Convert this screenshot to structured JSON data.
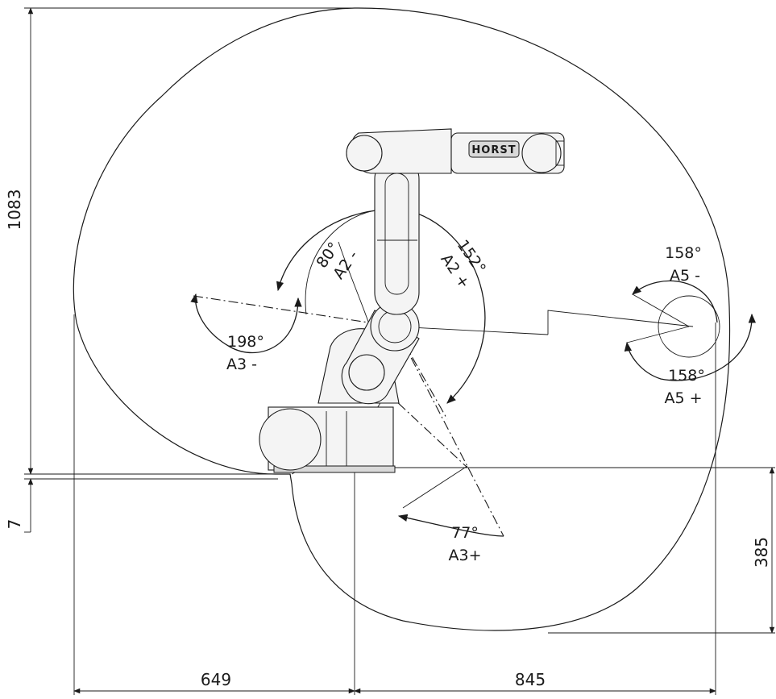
{
  "dimensions": {
    "height_upper": "1083",
    "height_offset": "7",
    "height_lower": "385",
    "width_left": "649",
    "width_right": "845"
  },
  "joints": {
    "a2_minus": {
      "angle": "80°",
      "label": "A2 -"
    },
    "a2_plus": {
      "angle": "152°",
      "label": "A2 +"
    },
    "a3_minus": {
      "angle": "198°",
      "label": "A3 -"
    },
    "a3_plus": {
      "angle": "77°",
      "label": "A3+"
    },
    "a5_minus": {
      "angle": "158°",
      "label": "A5 -"
    },
    "a5_plus": {
      "angle": "158°",
      "label": "A5 +"
    }
  },
  "logo": "HORST"
}
